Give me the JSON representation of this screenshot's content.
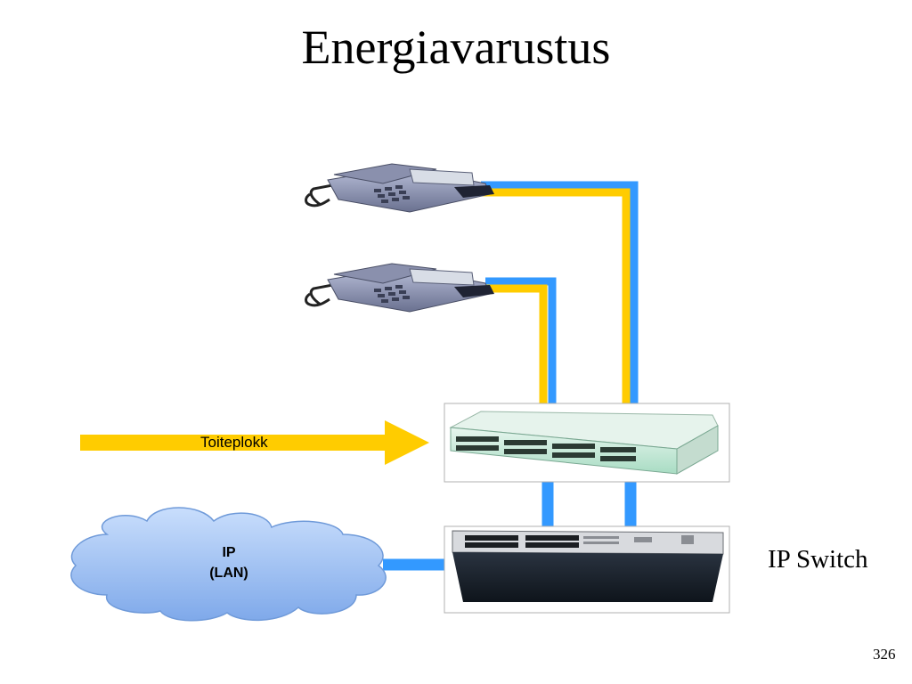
{
  "slide": {
    "title": "Energiavarustus",
    "page_number": "326"
  },
  "diagram": {
    "power_arrow_label": "Toiteplokk",
    "cloud_label_line1": "IP",
    "cloud_label_line2": "(LAN)",
    "switch_label": "IP Switch"
  },
  "colors": {
    "data_cable": "#3399ff",
    "power_cable": "#ffcc00",
    "cloud_fill": "#8fb8f0",
    "poe_injector": "#b8e6d0",
    "switch_body": "#1c2430"
  },
  "icons": [
    "ip-phone-icon",
    "ip-phone-icon",
    "poe-injector-icon",
    "network-switch-icon",
    "cloud-icon"
  ]
}
